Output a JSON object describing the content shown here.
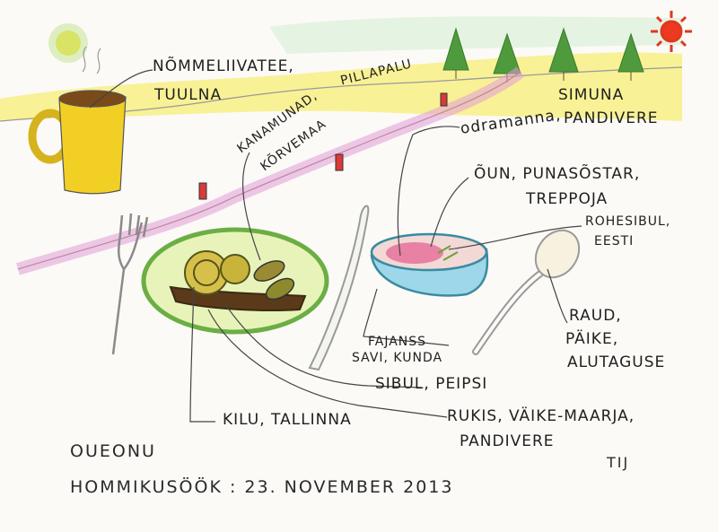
{
  "labels": {
    "coffee": [
      "NÕMMELIIVATEE,",
      "TUULNA"
    ],
    "eggs": [
      "KANAMUNAD,",
      "KÕRVEMAA"
    ],
    "honey": "PILLAPALU",
    "forest": [
      "SIMUNA",
      "PANDIVERE"
    ],
    "buttermilk": "odramanna,",
    "fruits": [
      "ÕUN, PUNASÕSTAR,",
      "TREPPOJA"
    ],
    "onion_green": [
      "ROHESIBUL,",
      "EESTI"
    ],
    "spoon": [
      "RAUD,",
      "PÄIKE,",
      "ALUTAGUSE"
    ],
    "bowl": [
      "FAJANSS",
      "SAVI, KUNDA"
    ],
    "onion": "SIBUL, PEIPSI",
    "sprat": "KILU, TALLINNA",
    "bread": [
      "RUKIS, VÄIKE-MAARJA,",
      "PANDIVERE"
    ]
  },
  "footer": {
    "name": "OUEONU",
    "title": "HOMMIKUSÖÖK : 23. NOVEMBER 2013",
    "signature": "TIJ"
  }
}
